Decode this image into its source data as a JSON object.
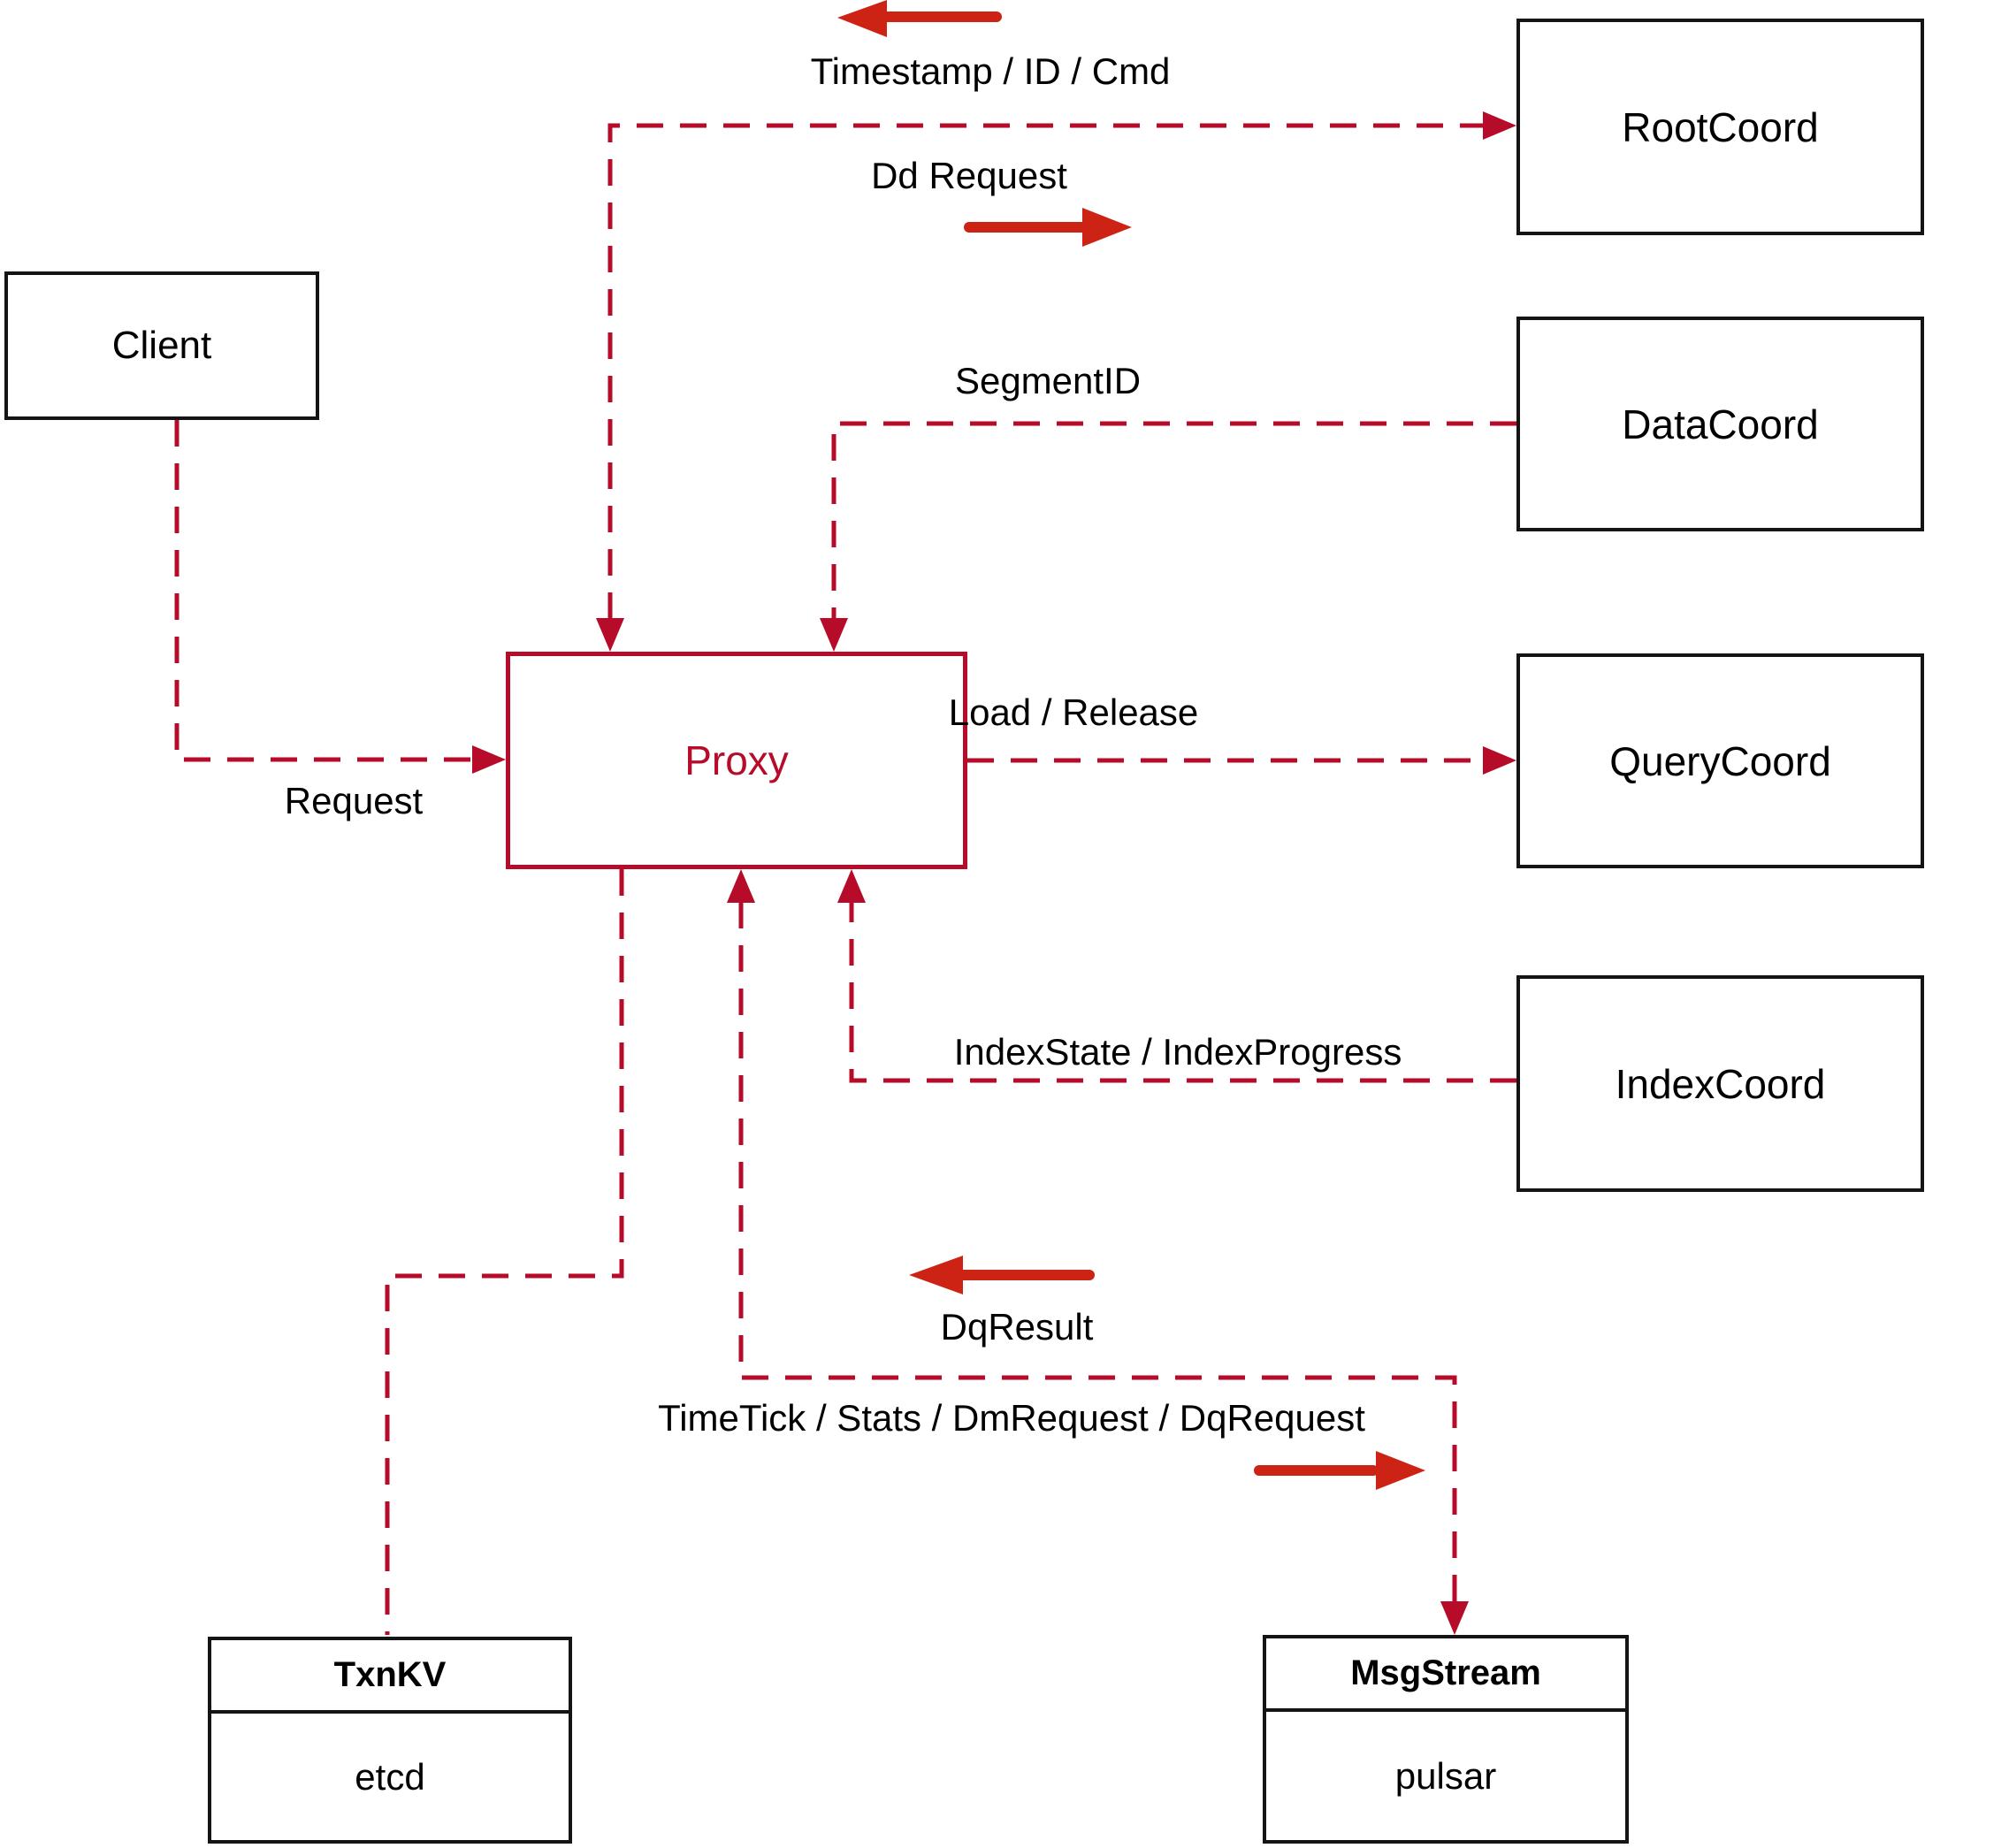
{
  "diagram": {
    "nodes": {
      "client": {
        "label": "Client"
      },
      "root_coord": {
        "label": "RootCoord"
      },
      "data_coord": {
        "label": "DataCoord"
      },
      "query_coord": {
        "label": "QueryCoord"
      },
      "index_coord": {
        "label": "IndexCoord"
      },
      "proxy": {
        "label": "Proxy"
      },
      "txn_kv": {
        "title": "TxnKV",
        "impl": "etcd"
      },
      "msg_stream": {
        "title": "MsgStream",
        "impl": "pulsar"
      }
    },
    "edge_labels": {
      "timestamp": "Timestamp / ID / Cmd",
      "dd_request": "Dd Request",
      "segment_id": "SegmentID",
      "request": "Request",
      "load_release": "Load / Release",
      "index_state": "IndexState / IndexProgress",
      "dq_result": "DqResult",
      "time_tick": "TimeTick / Stats / DmRequest / DqRequest"
    },
    "colors": {
      "edge": "#b60b29",
      "direction_arrow": "#cc2314",
      "node_border": "#141414",
      "proxy": "#b60b29",
      "background": "#ffffff",
      "text": "#000000"
    }
  }
}
